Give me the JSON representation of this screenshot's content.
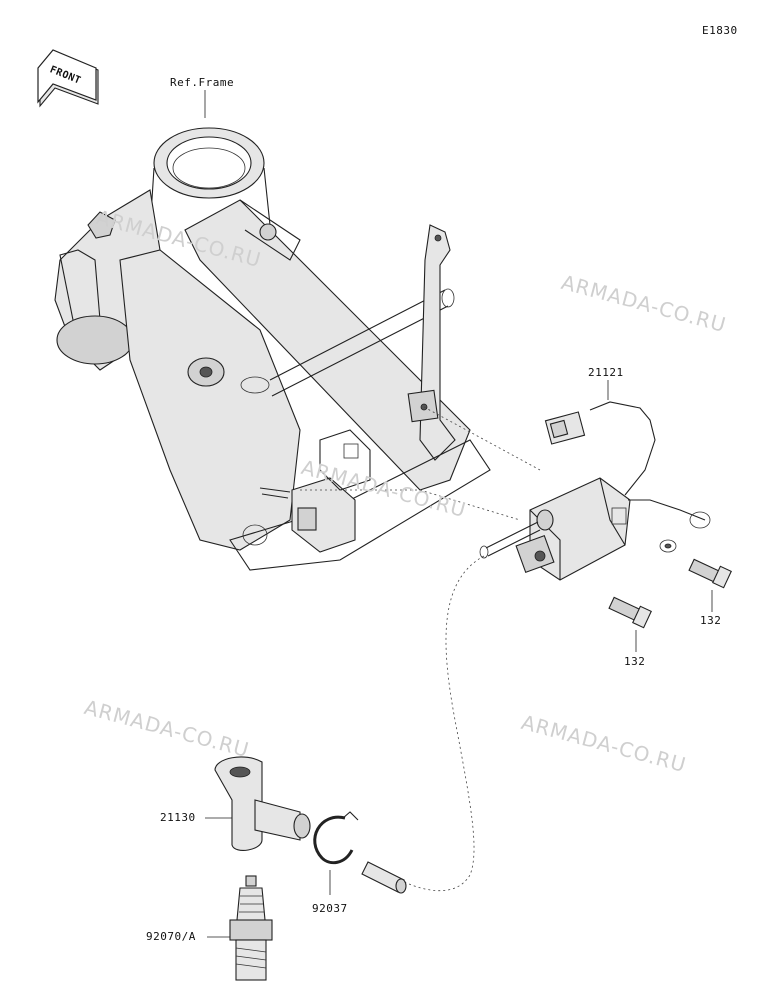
{
  "diagram_code": "E1830",
  "front_arrow": {
    "text": "FRONT"
  },
  "reference": {
    "text": "Ref.Frame"
  },
  "parts": [
    {
      "id": "p-21121",
      "number": "21121"
    },
    {
      "id": "p-132-a",
      "number": "132"
    },
    {
      "id": "p-132-b",
      "number": "132"
    },
    {
      "id": "p-21130",
      "number": "21130"
    },
    {
      "id": "p-92037",
      "number": "92037"
    },
    {
      "id": "p-92070a",
      "number": "92070/A"
    }
  ],
  "watermarks": [
    "ARMADA-CO.RU",
    "ARMADA-CO.RU",
    "ARMADA-CO.RU",
    "ARMADA-CO.RU",
    "ARMADA-CO.RU"
  ],
  "colors": {
    "line": "#222222",
    "watermark": "#cfcfcf",
    "shade": "#e6e6e6"
  }
}
